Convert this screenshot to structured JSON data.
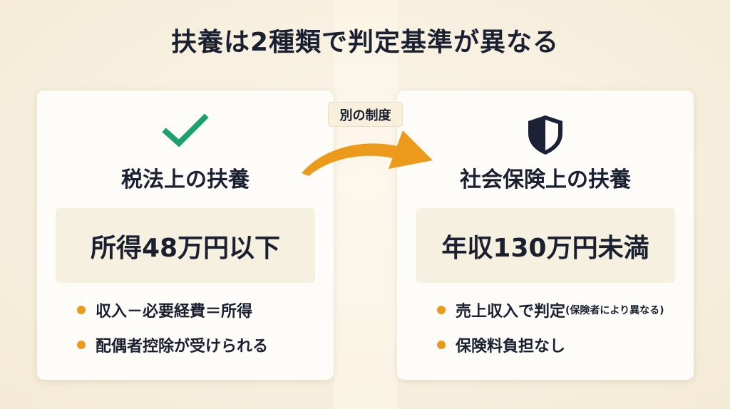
{
  "title": "扶養は2種類で判定基準が異なる",
  "connector_label": "別の制度",
  "colors": {
    "accent": "#ec9a1c",
    "check": "#1f9e6e",
    "shield": "#1b2235"
  },
  "left": {
    "icon": "check-icon",
    "heading": "税法上の扶養",
    "criterion": "所得48万円以下",
    "bullets": [
      {
        "text": "収入－必要経費＝所得"
      },
      {
        "text": "配偶者控除が受けられる"
      }
    ]
  },
  "right": {
    "icon": "shield-icon",
    "heading": "社会保険上の扶養",
    "criterion": "年収130万円未満",
    "bullets": [
      {
        "text": "売上収入で判定",
        "note": "(保険者により異なる)"
      },
      {
        "text": "保険料負担なし"
      }
    ]
  }
}
